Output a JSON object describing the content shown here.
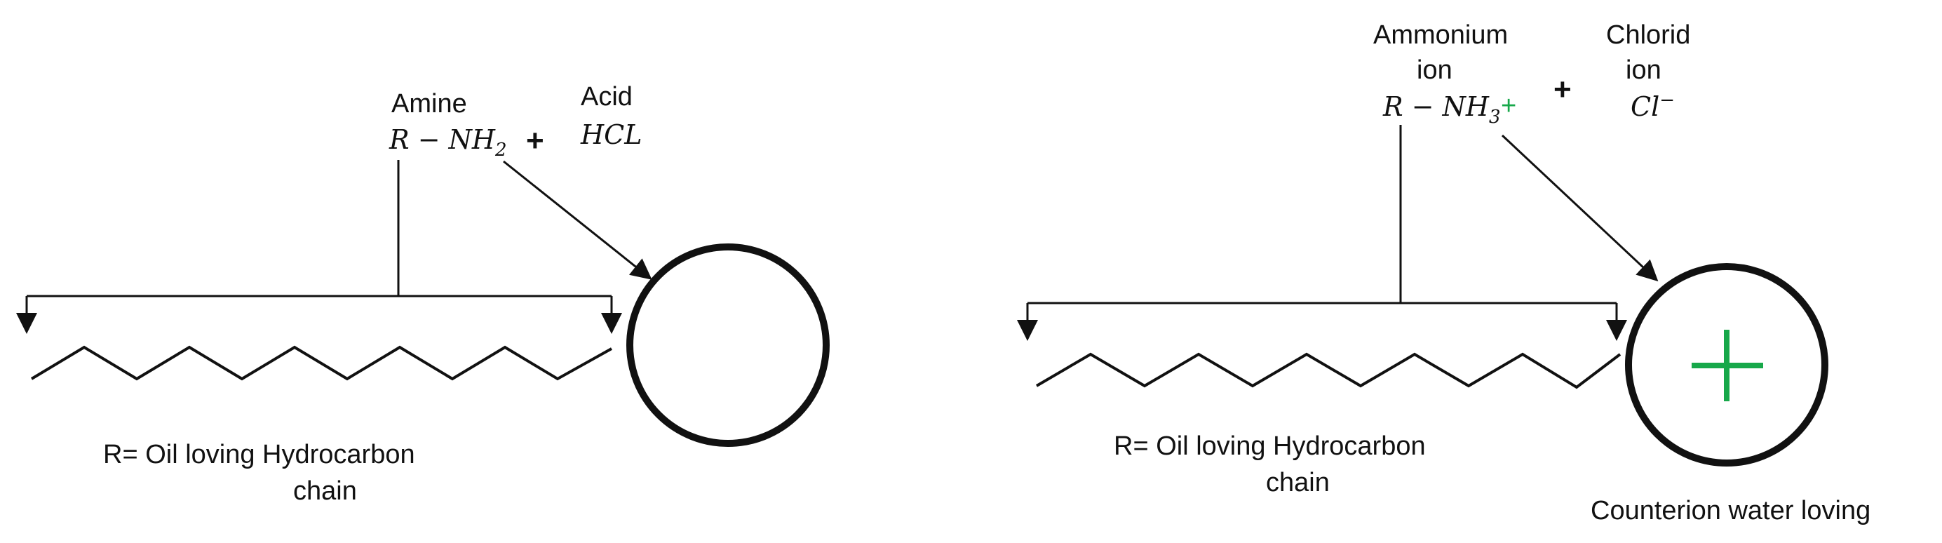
{
  "left": {
    "amine_label": "Amine",
    "amine_formula_main": "R − NH",
    "amine_formula_sub": "2",
    "plus": "+",
    "acid_label": "Acid",
    "acid_formula": "HCL",
    "chain_label_line1": "R= Oil loving  Hydrocarbon",
    "chain_label_line2": "chain"
  },
  "right": {
    "ammonium_line1": "Ammonium",
    "ammonium_line2": "ion",
    "ammonium_formula_main": "R − NH",
    "ammonium_formula_sub": "3",
    "ammonium_charge": "+",
    "plus": "+",
    "chloride_line1": "Chlorid",
    "chloride_line2": "ion",
    "chloride_formula": "Cl",
    "chloride_charge": "−",
    "chain_label_line1": "R= Oil loving  Hydrocarbon",
    "chain_label_line2": "chain",
    "head_symbol": "+",
    "counterion_label": "Counterion  water loving"
  },
  "colors": {
    "line": "#111111",
    "charge": "#17a84a"
  }
}
